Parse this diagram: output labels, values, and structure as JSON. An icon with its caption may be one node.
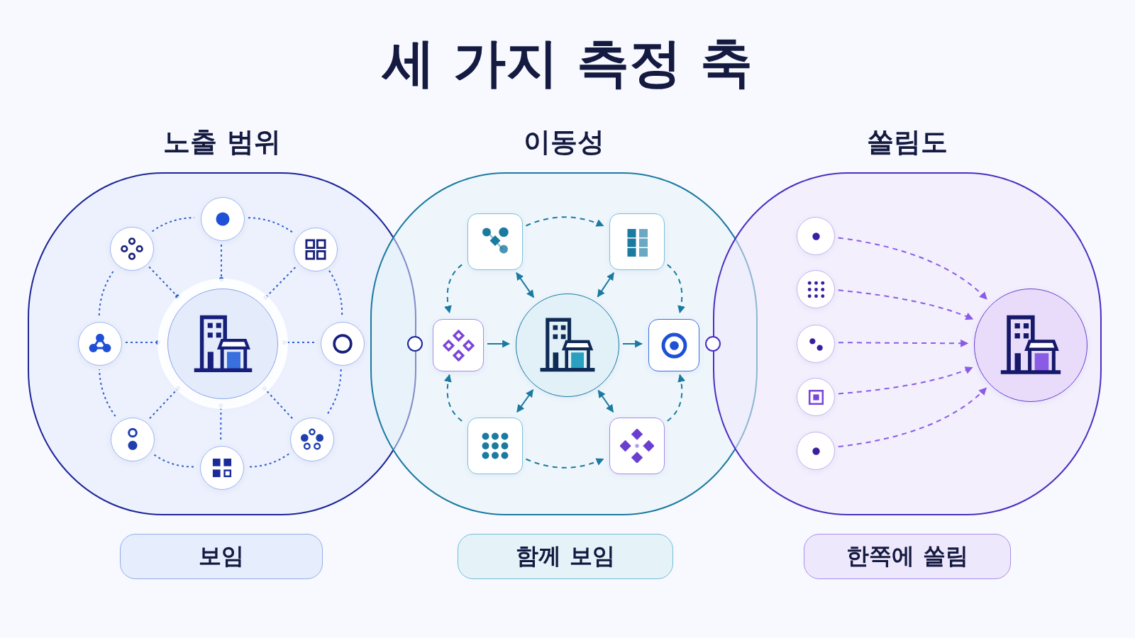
{
  "diagram": {
    "title": "세 가지 측정 축",
    "nodes": [
      {
        "text": [
          "노출 범위"
        ]
      },
      {
        "text": [],
        "shape": "circle",
        "in": 0
      },
      {
        "text": [],
        "shape": "circle",
        "in": 0
      },
      {
        "text": [],
        "shape": "circle",
        "in": 0
      },
      {
        "text": [],
        "shape": "circle",
        "in": 0
      },
      {
        "text": [],
        "shape": "circle",
        "in": 0
      },
      {
        "text": [],
        "shape": "circle",
        "in": 0
      },
      {
        "text": [],
        "shape": "circle",
        "in": 0
      },
      {
        "text": [],
        "shape": "circle",
        "in": 0
      },
      {
        "text": [],
        "shape": "circle",
        "in": 0
      },
      {
        "text": [
          "이동성"
        ]
      },
      {
        "text": [],
        "shape": "box",
        "in": 10
      },
      {
        "text": [],
        "shape": "box",
        "in": 10
      },
      {
        "text": [],
        "shape": "box",
        "in": 10
      },
      {
        "text": [],
        "shape": "circle",
        "in": 10
      },
      {
        "text": [],
        "shape": "box",
        "in": 10
      },
      {
        "text": [],
        "shape": "box",
        "in": 10
      },
      {
        "text": [],
        "shape": "box",
        "in": 10
      },
      {
        "text": [
          "쏠림도"
        ]
      },
      {
        "text": [],
        "shape": "circle",
        "in": 18
      },
      {
        "text": [],
        "shape": "circle",
        "in": 18
      },
      {
        "text": [],
        "shape": "circle",
        "in": 18
      },
      {
        "text": [],
        "shape": "circle",
        "in": 18
      },
      {
        "text": [],
        "shape": "circle",
        "in": 18
      },
      {
        "text": [],
        "shape": "circle",
        "in": 18
      },
      {
        "text": [
          "보임"
        ]
      },
      {
        "text": [
          "함께 보임"
        ]
      },
      {
        "text": [
          "한쪽에 쏠림"
        ]
      }
    ],
    "edges": [
      {
        "from": 1,
        "to": 5,
        "arrow": "other",
        "style": "dashed"
      },
      {
        "from": 2,
        "to": 5,
        "arrow": "other",
        "style": "dashed"
      },
      {
        "from": 3,
        "to": 5,
        "arrow": "other",
        "style": "dashed"
      },
      {
        "from": 4,
        "to": 5,
        "arrow": "other",
        "style": "dashed"
      },
      {
        "from": 6,
        "to": 5,
        "arrow": "other",
        "style": "dashed"
      },
      {
        "from": 7,
        "to": 5,
        "arrow": "other",
        "style": "dashed"
      },
      {
        "from": 8,
        "to": 5,
        "arrow": "other",
        "style": "dashed"
      },
      {
        "from": 9,
        "to": 5,
        "arrow": "other",
        "style": "dashed"
      },
      {
        "from": 1,
        "to": 2,
        "arrow": "none",
        "style": "dashed"
      },
      {
        "from": 2,
        "to": 3,
        "arrow": "none",
        "style": "dashed"
      },
      {
        "from": 3,
        "to": 6,
        "arrow": "none",
        "style": "dashed"
      },
      {
        "from": 6,
        "to": 9,
        "arrow": "none",
        "style": "dashed"
      },
      {
        "from": 9,
        "to": 8,
        "arrow": "none",
        "style": "dashed"
      },
      {
        "from": 8,
        "to": 7,
        "arrow": "none",
        "style": "dashed"
      },
      {
        "from": 7,
        "to": 4,
        "arrow": "none",
        "style": "dashed"
      },
      {
        "from": 4,
        "to": 1,
        "arrow": "none",
        "style": "dashed"
      },
      {
        "from": 11,
        "to": 12,
        "arrow": "to",
        "style": "dashed",
        "color": "#1b7aa0"
      },
      {
        "from": 11,
        "to": 13,
        "arrow": "to",
        "style": "dashed",
        "color": "#1b7aa0"
      },
      {
        "from": 12,
        "to": 15,
        "arrow": "to",
        "style": "dashed",
        "color": "#1b7aa0"
      },
      {
        "from": 16,
        "to": 13,
        "arrow": "to",
        "style": "dashed",
        "color": "#1b7aa0"
      },
      {
        "from": 16,
        "to": 17,
        "arrow": "to",
        "style": "dashed",
        "color": "#1b7aa0"
      },
      {
        "from": 17,
        "to": 15,
        "arrow": "to",
        "style": "dashed",
        "color": "#1b7aa0"
      },
      {
        "from": 11,
        "to": 14,
        "arrow": "both",
        "color": "#1b7aa0"
      },
      {
        "from": 12,
        "to": 14,
        "arrow": "both",
        "color": "#1b7aa0"
      },
      {
        "from": 16,
        "to": 14,
        "arrow": "both",
        "color": "#1b7aa0"
      },
      {
        "from": 17,
        "to": 14,
        "arrow": "both",
        "color": "#1b7aa0"
      },
      {
        "from": 13,
        "to": 14,
        "arrow": "to",
        "color": "#1b7aa0"
      },
      {
        "from": 14,
        "to": 15,
        "arrow": "to",
        "color": "#1b7aa0"
      },
      {
        "from": 19,
        "to": 24,
        "arrow": "to",
        "style": "dashed",
        "color": "#8a5ce6"
      },
      {
        "from": 20,
        "to": 24,
        "arrow": "to",
        "style": "dashed",
        "color": "#8a5ce6"
      },
      {
        "from": 21,
        "to": 24,
        "arrow": "to",
        "style": "dashed",
        "color": "#8a5ce6"
      },
      {
        "from": 22,
        "to": 24,
        "arrow": "to",
        "style": "dashed",
        "color": "#8a5ce6"
      },
      {
        "from": 23,
        "to": 24,
        "arrow": "to",
        "style": "dashed",
        "color": "#8a5ce6"
      }
    ]
  }
}
